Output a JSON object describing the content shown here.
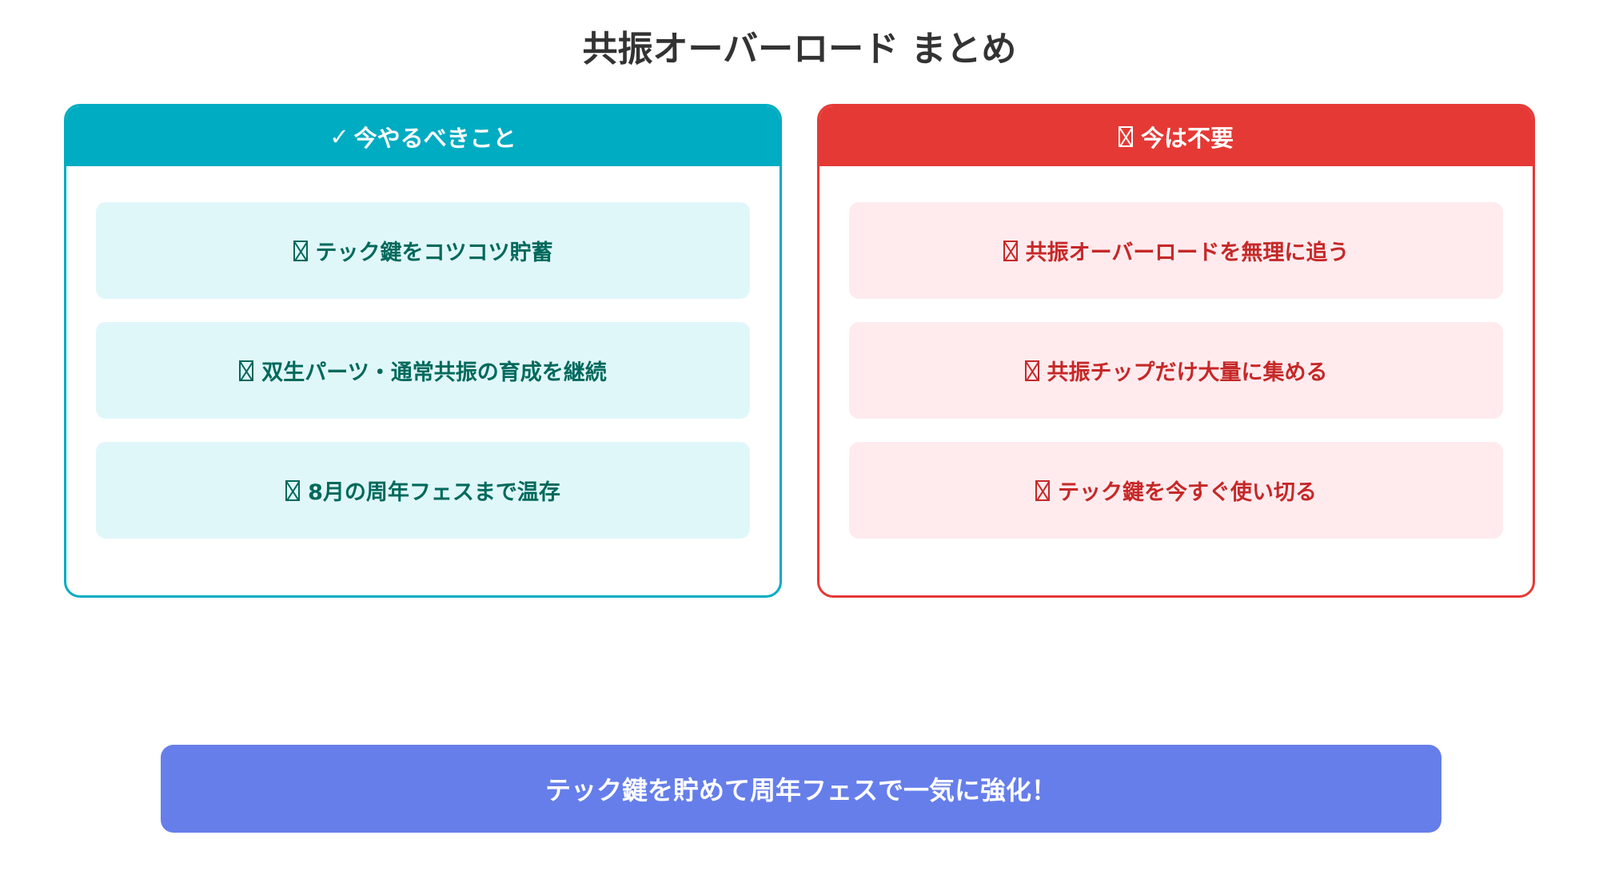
{
  "title": "共振オーバーロード まとめ",
  "do_card": {
    "icon": "check-icon",
    "icon_glyph": "✓",
    "header": "今やるべきこと",
    "accent_color": "#00acc1",
    "items": [
      {
        "icon": "missing-glyph-icon",
        "label": "テック鍵をコツコツ貯蓄"
      },
      {
        "icon": "missing-glyph-icon",
        "label": "双生パーツ・通常共振の育成を継続"
      },
      {
        "icon": "missing-glyph-icon",
        "label": "8月の周年フェスまで温存"
      }
    ]
  },
  "dont_card": {
    "icon": "missing-glyph-icon",
    "header": "今は不要",
    "accent_color": "#e53935",
    "items": [
      {
        "icon": "missing-glyph-icon",
        "label": "共振オーバーロードを無理に追う"
      },
      {
        "icon": "missing-glyph-icon",
        "label": "共振チップだけ大量に集める"
      },
      {
        "icon": "missing-glyph-icon",
        "label": "テック鍵を今すぐ使い切る"
      }
    ]
  },
  "banner": {
    "text": "テック鍵を貯めて周年フェスで一気に強化！",
    "color": "#667eea"
  }
}
